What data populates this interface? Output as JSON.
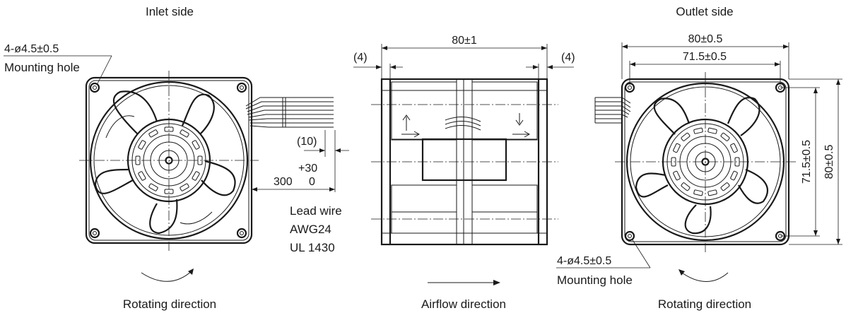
{
  "views": {
    "inlet_title": "Inlet side",
    "outlet_title": "Outlet side"
  },
  "inlet": {
    "mounting_hole_spec": "4-ø4.5±0.5",
    "mounting_hole_label": "Mounting hole",
    "lead_tail_dim": "(10)",
    "lead_length_tol": "+30",
    "lead_length_main": "300",
    "lead_length_lower": "0",
    "lead_wire_lines": [
      "Lead wire",
      "AWG24",
      "UL 1430"
    ],
    "rotating_direction": "Rotating direction"
  },
  "side": {
    "width_dim": "80±1",
    "left_flange_dim": "(4)",
    "right_flange_dim": "(4)",
    "airflow_direction": "Airflow direction"
  },
  "outlet": {
    "outer_width_dim": "80±0.5",
    "hole_pitch_dim": "71.5±0.5",
    "vertical_pitch_dim": "71.5±0.5",
    "vertical_outer_dim": "80±0.5",
    "mounting_hole_spec": "4-ø4.5±0.5",
    "mounting_hole_label": "Mounting hole",
    "rotating_direction": "Rotating direction"
  }
}
